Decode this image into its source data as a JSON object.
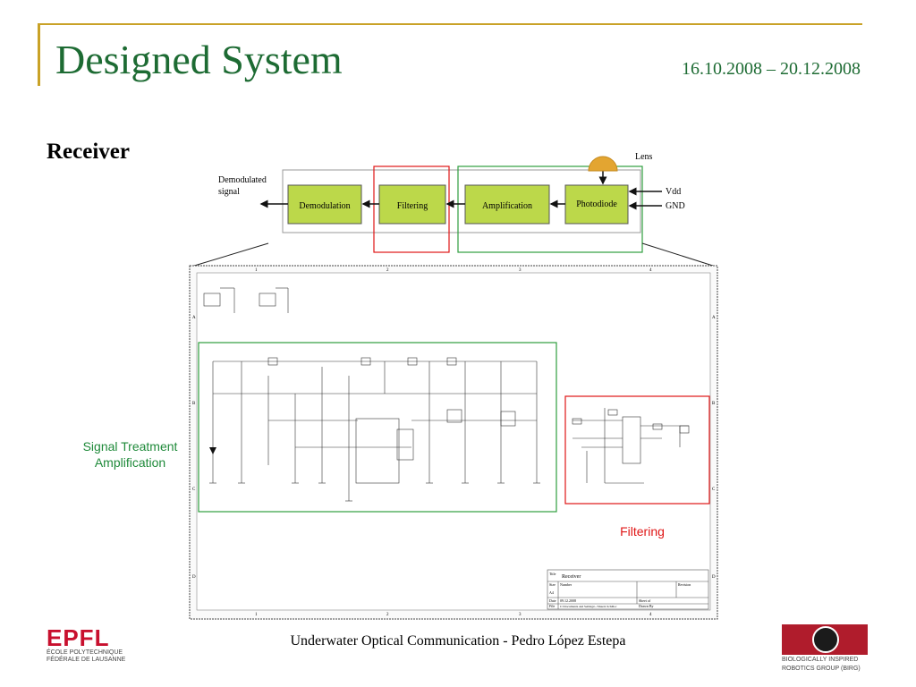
{
  "slide": {
    "title": "Designed System",
    "date_range": "16.10.2008 – 20.12.2008",
    "section": "Receiver",
    "footer": "Underwater Optical Communication - Pedro López Estepa"
  },
  "block_diagram": {
    "output_label_line1": "Demodulated",
    "output_label_line2": "signal",
    "blocks": [
      "Demodulation",
      "Filtering",
      "Amplification",
      "Photodiode"
    ],
    "lens_label": "Lens",
    "power_labels": [
      "Vdd",
      "GND"
    ]
  },
  "schematic": {
    "title_block": {
      "title_key": "Title",
      "title_value": "Receiver",
      "size_key": "Size",
      "size_value": "A4",
      "number_key": "Number",
      "revision_key": "Revision",
      "date_key": "Date",
      "date_value": "09.12.2008",
      "sheet_key": "Sheet   of",
      "file_key": "File",
      "file_value": "C:\\Documents and Settings\\..\\Sheet1.SchDoc",
      "drawn_key": "Drawn By"
    },
    "column_numbers": [
      "1",
      "2",
      "3",
      "4"
    ],
    "row_letters": [
      "A",
      "B",
      "C",
      "D"
    ]
  },
  "annotations": {
    "amplification_line1": "Signal Treatment",
    "amplification_line2": "Amplification",
    "filtering": "Filtering"
  },
  "logos": {
    "epfl_mark": "EPFL",
    "epfl_line1": "ÉCOLE POLYTECHNIQUE",
    "epfl_line2": "FÉDÉRALE DE LAUSANNE",
    "birg_line1": "BIOLOGICALLY INSPIRED",
    "birg_line2": "ROBOTICS GROUP (BIRG)"
  },
  "colors": {
    "title": "#1d6b33",
    "accent_line": "#c9a227",
    "block_fill": "#bcd84a",
    "highlight_green": "#2e9e3e",
    "highlight_red": "#e01616"
  }
}
